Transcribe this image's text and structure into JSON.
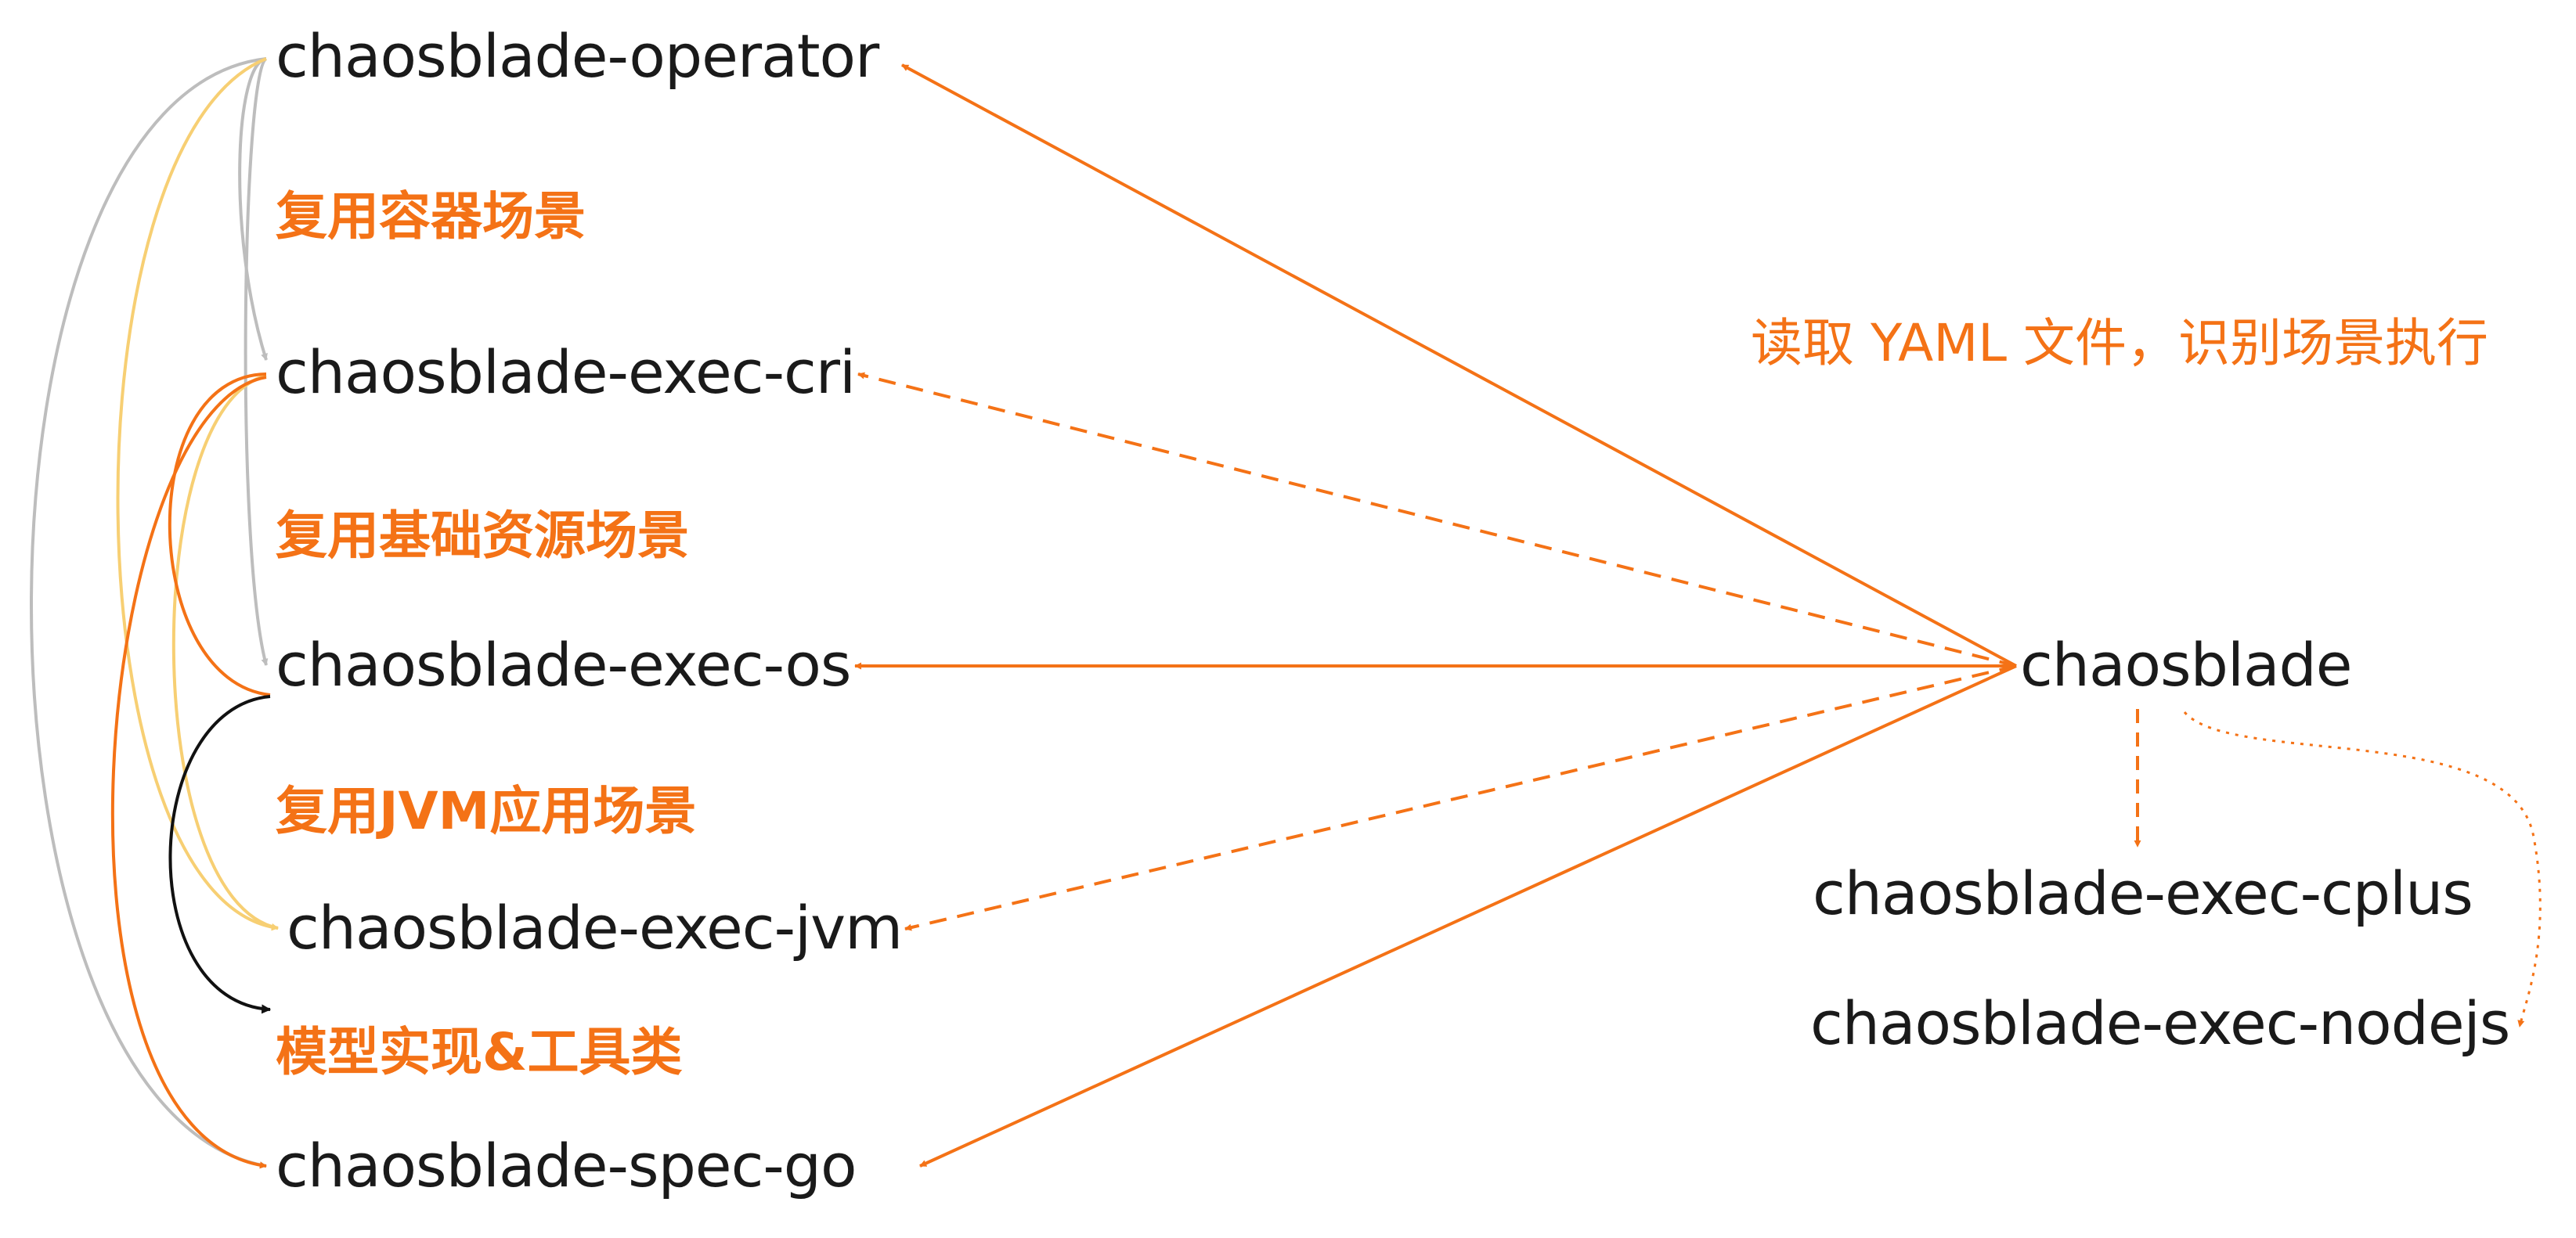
{
  "colors": {
    "accent": "#f47216",
    "gray": "#bdbdbd",
    "yellow": "#f7cf73",
    "black": "#111111",
    "text": "#1a1a1a"
  },
  "nodes": {
    "operator": "chaosblade-operator",
    "cri": "chaosblade-exec-cri",
    "os": "chaosblade-exec-os",
    "jvm": "chaosblade-exec-jvm",
    "spec_go": "chaosblade-spec-go",
    "chaosblade": "chaosblade",
    "cplus": "chaosblade-exec-cplus",
    "nodejs": "chaosblade-exec-nodejs"
  },
  "labels": {
    "reuse_container": "复用容器场景",
    "reuse_basic_resource": "复用基础资源场景",
    "reuse_jvm_app": "复用JVM应用场景",
    "model_tools": "模型实现&工具类",
    "read_yaml": "读取 YAML 文件，识别场景执行"
  }
}
